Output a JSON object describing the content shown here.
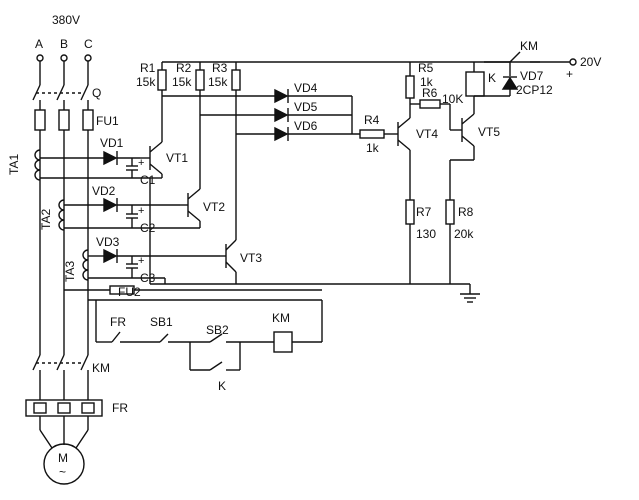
{
  "supply": {
    "voltage": "380V",
    "phases": [
      "A",
      "B",
      "C"
    ],
    "dc_supply": "20V",
    "dc_plus": "+"
  },
  "labels": {
    "Q": "Q",
    "FU1": "FU1",
    "FU2": "FU2",
    "TA1": "TA1",
    "TA2": "TA2",
    "TA3": "TA3",
    "VD1": "VD1",
    "VD2": "VD2",
    "VD3": "VD3",
    "C1": "C1",
    "C2": "C2",
    "C3": "C3",
    "VT1": "VT1",
    "VT2": "VT2",
    "VT3": "VT3",
    "R1": "R1",
    "R1v": "15k",
    "R2": "R2",
    "R2v": "15k",
    "R3": "R3",
    "R3v": "15k",
    "VD4": "VD4",
    "VD5": "VD5",
    "VD6": "VD6",
    "R4": "R4",
    "R4v": "1k",
    "R5": "R5",
    "R5v": "1k",
    "R6": "R6",
    "R6v": "10K",
    "R7": "R7",
    "R7v": "130",
    "R8": "R8",
    "R8v": "20k",
    "VT4": "VT4",
    "VT5": "VT5",
    "K": "K",
    "KMtop": "KM",
    "VD7": "VD7",
    "VD7v": "2CP12",
    "FR": "FR",
    "SB1": "SB1",
    "SB2": "SB2",
    "KMcoil": "KM",
    "Kcontact": "K",
    "KMmain": "KM",
    "FRheat": "FR",
    "motor": "M",
    "motor_sym": "~",
    "plus": "+"
  }
}
